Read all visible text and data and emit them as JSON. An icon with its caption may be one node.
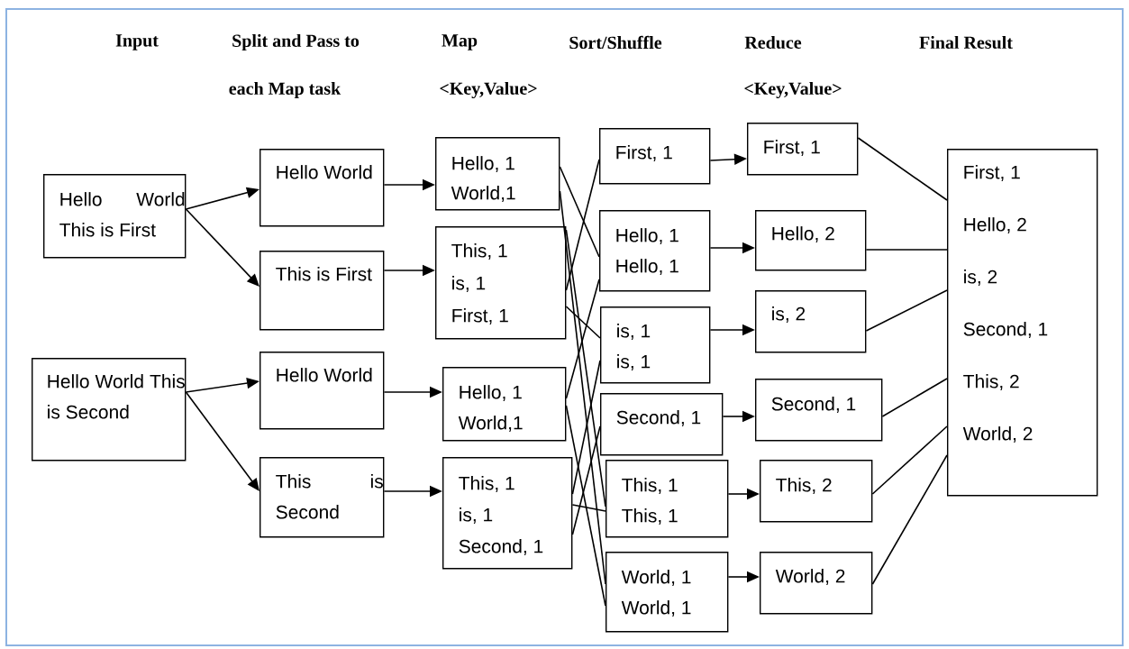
{
  "diagram": {
    "nodes": [
      {
        "text": [
          "Hello World This is First"
        ]
      },
      {
        "text": [
          "Hello World This is Second"
        ]
      },
      {
        "text": [
          "Hello World"
        ]
      },
      {
        "text": [
          "This is First"
        ]
      },
      {
        "text": [
          "Hello World"
        ]
      },
      {
        "text": [
          "This is Second"
        ]
      },
      {
        "text": [
          "Hello, 1",
          "World,1"
        ]
      },
      {
        "text": [
          "This, 1",
          "is, 1",
          "First, 1"
        ]
      },
      {
        "text": [
          "Hello, 1",
          "World,1"
        ]
      },
      {
        "text": [
          "This, 1",
          "is, 1",
          "Second, 1"
        ]
      },
      {
        "text": [
          "First, 1"
        ]
      },
      {
        "text": [
          "Hello, 1",
          "Hello, 1"
        ]
      },
      {
        "text": [
          "is, 1",
          "is, 1"
        ]
      },
      {
        "text": [
          "Second, 1"
        ]
      },
      {
        "text": [
          "This, 1",
          "This, 1"
        ]
      },
      {
        "text": [
          "World, 1",
          "World, 1"
        ]
      },
      {
        "text": [
          "First, 1"
        ]
      },
      {
        "text": [
          "Hello, 2"
        ]
      },
      {
        "text": [
          "is, 2"
        ]
      },
      {
        "text": [
          "Second, 1"
        ]
      },
      {
        "text": [
          "This, 2"
        ]
      },
      {
        "text": [
          "World, 2"
        ]
      },
      {
        "text": [
          "First, 1",
          "Hello, 2",
          "is, 2",
          "Second, 1",
          "This, 2",
          "World, 2"
        ]
      }
    ],
    "edges": [
      {
        "from": 0,
        "to": 2,
        "arrow": "to"
      },
      {
        "from": 0,
        "to": 3,
        "arrow": "to"
      },
      {
        "from": 1,
        "to": 4,
        "arrow": "to"
      },
      {
        "from": 1,
        "to": 5,
        "arrow": "to"
      },
      {
        "from": 2,
        "to": 6,
        "arrow": "to"
      },
      {
        "from": 3,
        "to": 7,
        "arrow": "to"
      },
      {
        "from": 4,
        "to": 8,
        "arrow": "to"
      },
      {
        "from": 5,
        "to": 9,
        "arrow": "to"
      },
      {
        "from": 6,
        "to": 11,
        "arrow": "none"
      },
      {
        "from": 6,
        "to": 15,
        "arrow": "none"
      },
      {
        "from": 7,
        "to": 14,
        "arrow": "none"
      },
      {
        "from": 7,
        "to": 12,
        "arrow": "none"
      },
      {
        "from": 7,
        "to": 10,
        "arrow": "none"
      },
      {
        "from": 8,
        "to": 11,
        "arrow": "none"
      },
      {
        "from": 8,
        "to": 15,
        "arrow": "none"
      },
      {
        "from": 9,
        "to": 14,
        "arrow": "none"
      },
      {
        "from": 9,
        "to": 12,
        "arrow": "none"
      },
      {
        "from": 9,
        "to": 13,
        "arrow": "none"
      },
      {
        "from": 10,
        "to": 16,
        "arrow": "to"
      },
      {
        "from": 11,
        "to": 17,
        "arrow": "to"
      },
      {
        "from": 12,
        "to": 18,
        "arrow": "to"
      },
      {
        "from": 13,
        "to": 19,
        "arrow": "to"
      },
      {
        "from": 14,
        "to": 20,
        "arrow": "to"
      },
      {
        "from": 15,
        "to": 21,
        "arrow": "to"
      },
      {
        "from": 16,
        "to": 22,
        "arrow": "none"
      },
      {
        "from": 17,
        "to": 22,
        "arrow": "none"
      },
      {
        "from": 18,
        "to": 22,
        "arrow": "none"
      },
      {
        "from": 19,
        "to": 22,
        "arrow": "none"
      },
      {
        "from": 20,
        "to": 22,
        "arrow": "none"
      },
      {
        "from": 21,
        "to": 22,
        "arrow": "none"
      }
    ],
    "labels": [
      "Input",
      "Split and Pass to",
      "Map",
      "Sort/Shuffle",
      "Reduce",
      "Final Result",
      "each Map task",
      "<Key,Value>",
      "<Key,Value>"
    ]
  }
}
